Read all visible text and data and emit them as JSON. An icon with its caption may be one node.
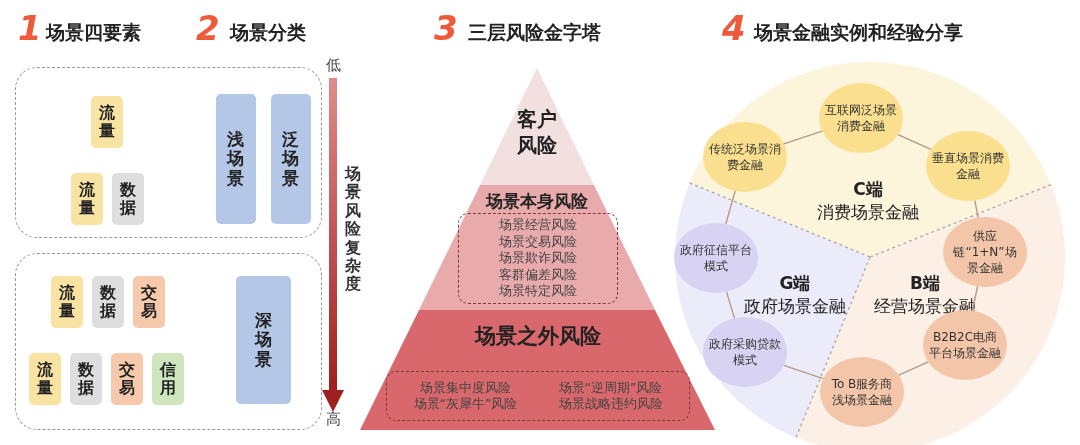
{
  "diagram": {
    "nodes": [
      {
        "text": [],
        "shape": "box"
      },
      {
        "text": [
          "流量"
        ],
        "in": 0
      },
      {
        "text": [
          "流量"
        ],
        "in": 0
      },
      {
        "text": [
          "数据"
        ],
        "in": 0
      },
      {
        "text": [
          "浅场景"
        ],
        "in": 0
      },
      {
        "text": [
          "泛场景"
        ],
        "in": 0
      },
      {
        "text": [],
        "shape": "box"
      },
      {
        "text": [
          "流量"
        ],
        "in": 6
      },
      {
        "text": [
          "数据"
        ],
        "in": 6
      },
      {
        "text": [
          "交易"
        ],
        "in": 6
      },
      {
        "text": [
          "流量"
        ],
        "in": 6
      },
      {
        "text": [
          "数据"
        ],
        "in": 6
      },
      {
        "text": [
          "交易"
        ],
        "in": 6
      },
      {
        "text": [
          "信用"
        ],
        "in": 6
      },
      {
        "text": [
          "深场景"
        ],
        "in": 6
      },
      {
        "text": [
          "客户风险"
        ]
      },
      {
        "text": [
          "场景本身风险"
        ]
      },
      {
        "text": [
          "场景经营风险",
          "场景交易风险",
          "场景欺诈风险",
          "客群偏差风险",
          "场景特定风险"
        ],
        "in": 16
      },
      {
        "text": [
          "场景之外风险"
        ]
      },
      {
        "text": [
          "场景集中度风险",
          "场景“逆周期”风险",
          "场景“灰犀牛”风险",
          "场景战略违约风险"
        ],
        "in": 18
      },
      {
        "text": [
          "C端",
          "消费场景金融"
        ]
      },
      {
        "text": [
          "互联网泛场景消费金融"
        ]
      },
      {
        "text": [
          "传统泛场景消费金融"
        ]
      },
      {
        "text": [
          "垂直场景消费金融"
        ]
      },
      {
        "text": [
          "G端",
          "政府场景金融"
        ]
      },
      {
        "text": [
          "政府征信平台模式"
        ]
      },
      {
        "text": [
          "政府采购贷款模式"
        ]
      },
      {
        "text": [
          "B端",
          "经营场景金融"
        ]
      },
      {
        "text": [
          "供应链“1+N”场景金融"
        ]
      },
      {
        "text": [
          "B2B2C电商平台场景金融"
        ]
      },
      {
        "text": [
          "To B服务商浅场景金融"
        ]
      }
    ],
    "edges": [
      {
        "from": 22,
        "to": 21,
        "arrow": "none"
      },
      {
        "from": 21,
        "to": 23,
        "arrow": "none"
      },
      {
        "from": 23,
        "to": 28,
        "arrow": "none"
      },
      {
        "from": 28,
        "to": 29,
        "arrow": "none"
      },
      {
        "from": 29,
        "to": 30,
        "arrow": "none"
      },
      {
        "from": 30,
        "to": 26,
        "arrow": "none"
      },
      {
        "from": 26,
        "to": 25,
        "arrow": "none"
      },
      {
        "from": 25,
        "to": 22,
        "arrow": "none"
      }
    ],
    "labels": [
      "1",
      "场景四要素",
      "2",
      "场景分类",
      "3",
      "三层风险金字塔",
      "4",
      "场景金融实例和经验分享",
      "低",
      "场景风险复杂度",
      "高"
    ]
  }
}
